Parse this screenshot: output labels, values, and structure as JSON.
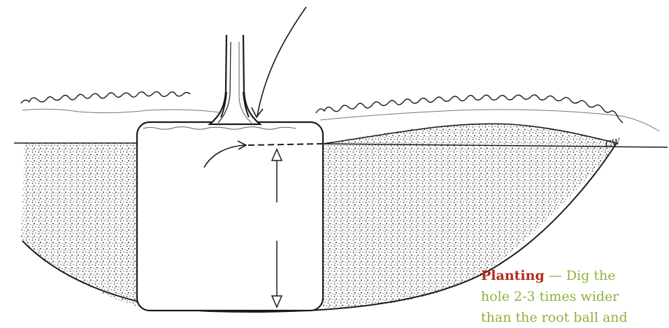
{
  "colors": {
    "lead": "#b52a1c",
    "body": "#8db33a",
    "ink": "#1a1a1a",
    "background": "#ffffff"
  },
  "caption": {
    "lead": "Planting",
    "line1_rest": " — Dig the",
    "line2": "hole 2-3 times wider",
    "line3": "than the root ball and"
  },
  "signature": "CW"
}
